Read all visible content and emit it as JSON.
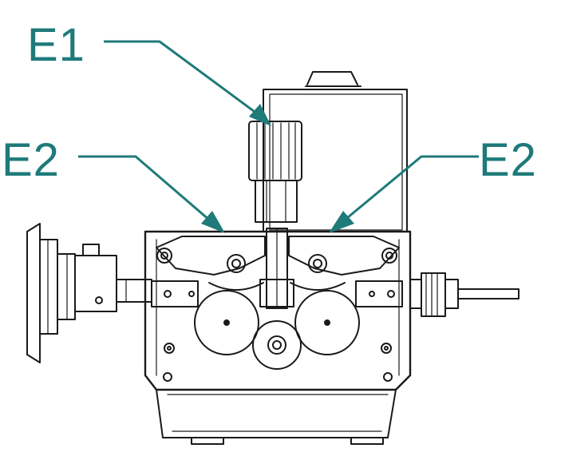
{
  "callouts": {
    "e1": "E1",
    "e2_left": "E2",
    "e2_right": "E2"
  },
  "colors": {
    "callout": "#1f7a7a",
    "line": "#1a1a1a",
    "background": "#ffffff"
  }
}
